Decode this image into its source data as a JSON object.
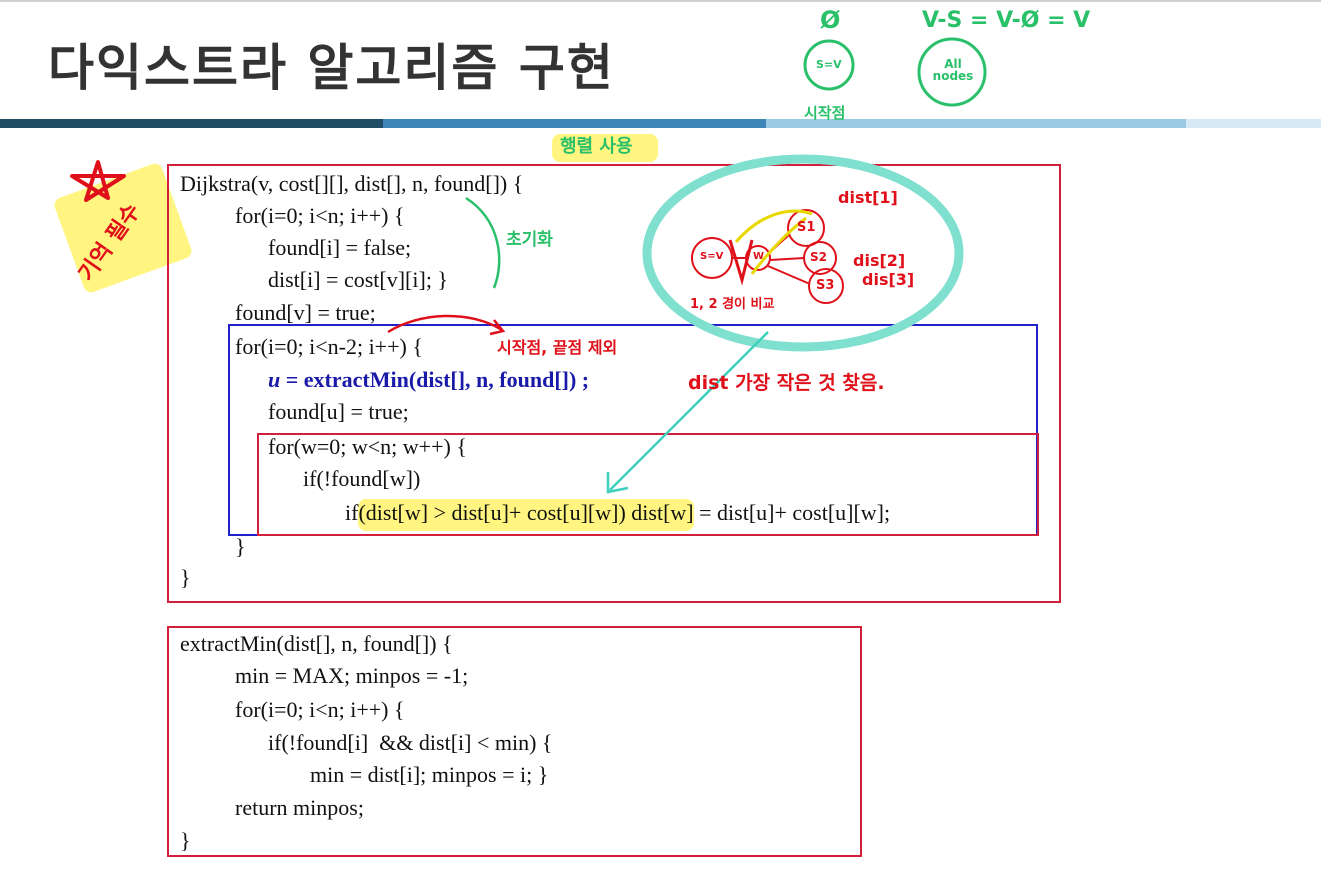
{
  "slide": {
    "title": "다익스트라 알고리즘 구현"
  },
  "dijkstra_code": [
    "Dijkstra(v, cost[][], dist[], n, found[]) {",
    "for(i=0; i<n; i++) {",
    "found[i] = false;",
    "dist[i] = cost[v][i]; }",
    "found[v] = true;",
    "for(i=0; i<n-2; i++) {",
    "u",
    "= extractMin(dist[], n, found[]) ;",
    "found[u] = true;",
    "for(w=0; w<n; w++) {",
    "if(!found[w])",
    "if(dist[w] > dist[u]+ cost[u][w]) dist[w] = dist[u]+ cost[u][w];",
    "}",
    "}"
  ],
  "extract_code": [
    "extractMin(dist[], n, found[]) {",
    "min = MAX; minpos = -1;",
    "for(i=0; i<n; i++) {",
    "if(!found[i]  && dist[i] < min) {",
    "min = dist[i]; minpos = i; }",
    "return minpos;",
    "}"
  ],
  "annotations": {
    "memorize": "기억 필수",
    "matrix": "행렬 사용",
    "init": "초기화",
    "exclude": "시작점, 끝점 제외",
    "find_min": "dist 가장 작은 것 찾음.",
    "compare": "1, 2 경이 비교",
    "empty_set": "Ø",
    "set_formula": "V-S = V-Ø = V",
    "s_label": "S=V",
    "all_nodes": "All nodes",
    "start_point": "시작점",
    "dist1": "dist[1]",
    "dist2": "dis[2]",
    "dist3": "dis[3]",
    "s1": "S1",
    "s2": "S2",
    "s3": "S3",
    "node_sv": "S=V",
    "node_w": "W"
  },
  "colors": {
    "code_box": "#d21f3c",
    "loop_box": "#2222cc",
    "highlight": "#fff36a",
    "teal_circle": "#7fe0cf"
  }
}
